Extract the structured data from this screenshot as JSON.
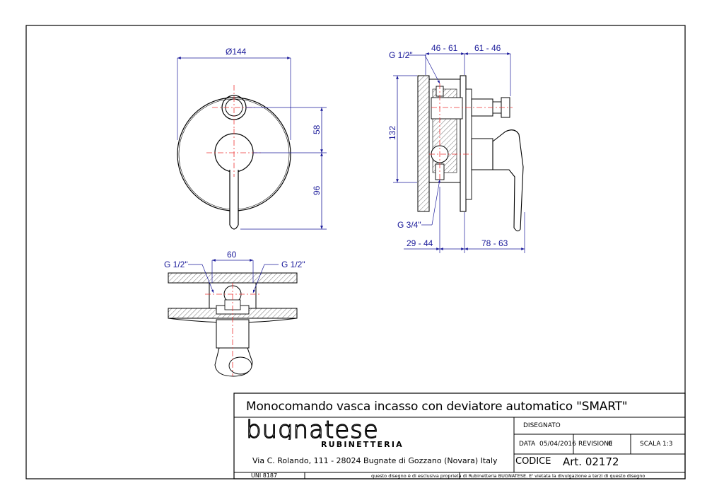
{
  "drawing": {
    "front_view": {
      "diameter": "Ø144",
      "dim_upper": "58",
      "dim_lower": "96"
    },
    "side_view": {
      "dim_top_left": "46 - 61",
      "dim_top_right": "61 - 46",
      "label_inlet": "G 1/2\"",
      "dim_height": "132",
      "label_outlet": "G 3/4\"",
      "dim_bottom_left": "29 - 44",
      "dim_bottom_right": "78 - 63"
    },
    "top_view": {
      "label_left": "G 1/2\"",
      "dim_width": "60",
      "label_right": "G 1/2\""
    }
  },
  "title_block": {
    "title": "Monocomando vasca incasso con deviatore automatico \"SMART\"",
    "brand": "bugnatese",
    "brand_sub": "RUBINETTERIA",
    "address": "Via C. Rolando, 111 - 28024 Bugnate di Gozzano (Novara) Italy",
    "disegnato_label": "DISEGNATO",
    "data_label": "DATA",
    "data_value": "05/04/2016",
    "revisione_label": "REVISIONE",
    "revisione_value": "0",
    "scala_label": "SCALA",
    "scala_value": "1:3",
    "codice_label": "CODICE",
    "codice_value": "Art. 02172",
    "uni": "UNI 8187",
    "disclaimer": "questo disegno è di esclusiva proprietà di Rubinetteria BUGNATESE. E' vietata la divulgazione a terzi di questo disegno"
  }
}
